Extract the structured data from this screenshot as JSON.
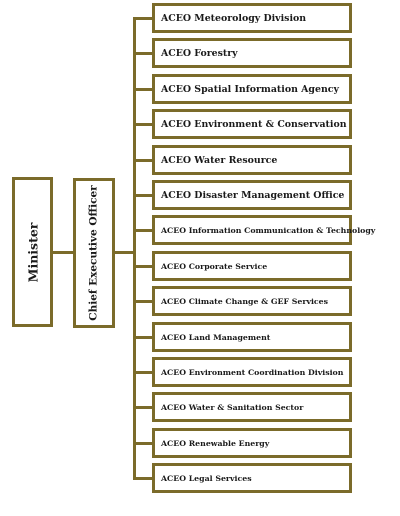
{
  "colors": {
    "border": "#7b6b2a",
    "text": "#1a1a1a",
    "background": "#ffffff"
  },
  "minister": {
    "label": "Minister"
  },
  "ceo": {
    "label": "Chief Executive Officer"
  },
  "departments": [
    {
      "label": "ACEO Meteorology Division"
    },
    {
      "label": "ACEO Forestry"
    },
    {
      "label": "ACEO Spatial Information Agency"
    },
    {
      "label": "ACEO Environment & Conservation"
    },
    {
      "label": "ACEO Water Resource"
    },
    {
      "label": "ACEO Disaster Management Office"
    },
    {
      "label": "ACEO Information Communication & Technology"
    },
    {
      "label": "ACEO Corporate Service"
    },
    {
      "label": "ACEO Climate Change & GEF Services"
    },
    {
      "label": "ACEO Land Management"
    },
    {
      "label": "ACEO Environment Coordination Division"
    },
    {
      "label": "ACEO Water & Sanitation Sector"
    },
    {
      "label": "ACEO Renewable Energy"
    },
    {
      "label": "ACEO Legal Services"
    }
  ]
}
